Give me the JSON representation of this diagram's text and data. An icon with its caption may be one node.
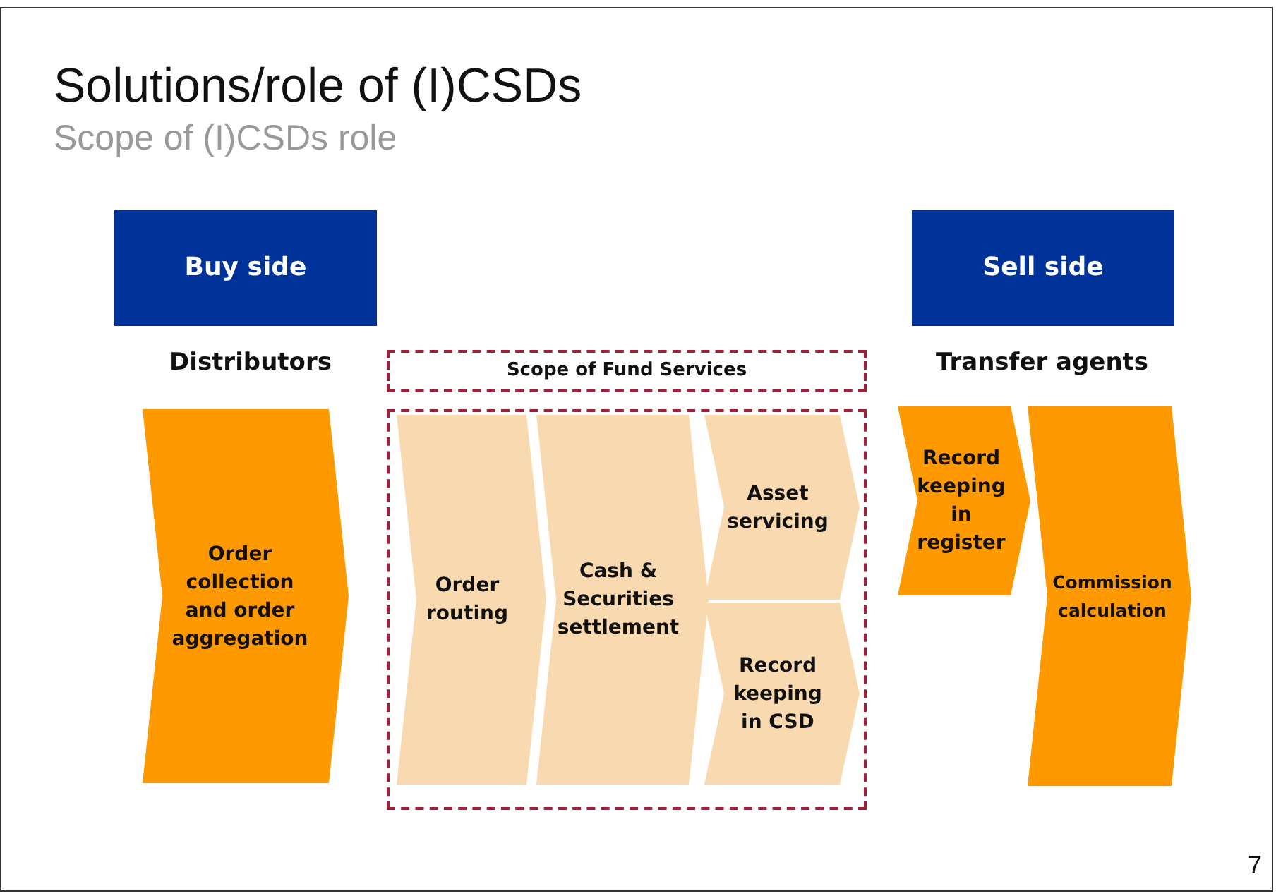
{
  "diagram": {
    "title": "Solutions/role of (I)CSDs",
    "nodes": [
      {
        "text": [
          "Buy side"
        ]
      },
      {
        "text": [
          "Sell side"
        ]
      },
      {
        "text": [
          "Scope of Fund Services"
        ]
      },
      {
        "text": [],
        "shape": "box"
      },
      {
        "text": [
          "Order collection and order aggregation"
        ]
      },
      {
        "text": [
          "Order routing"
        ],
        "in": 3
      },
      {
        "text": [
          "Cash & Securities settlement"
        ],
        "in": 3
      },
      {
        "text": [
          "Asset servicing"
        ],
        "in": 3
      },
      {
        "text": [
          "Record keeping in CSD"
        ],
        "in": 3
      },
      {
        "text": [
          "Record keeping in register"
        ]
      },
      {
        "text": [
          "Commission calculation"
        ]
      }
    ],
    "labels": [
      "Scope of (I)CSDs role",
      "Distributors",
      "Transfer agents",
      "7"
    ]
  }
}
